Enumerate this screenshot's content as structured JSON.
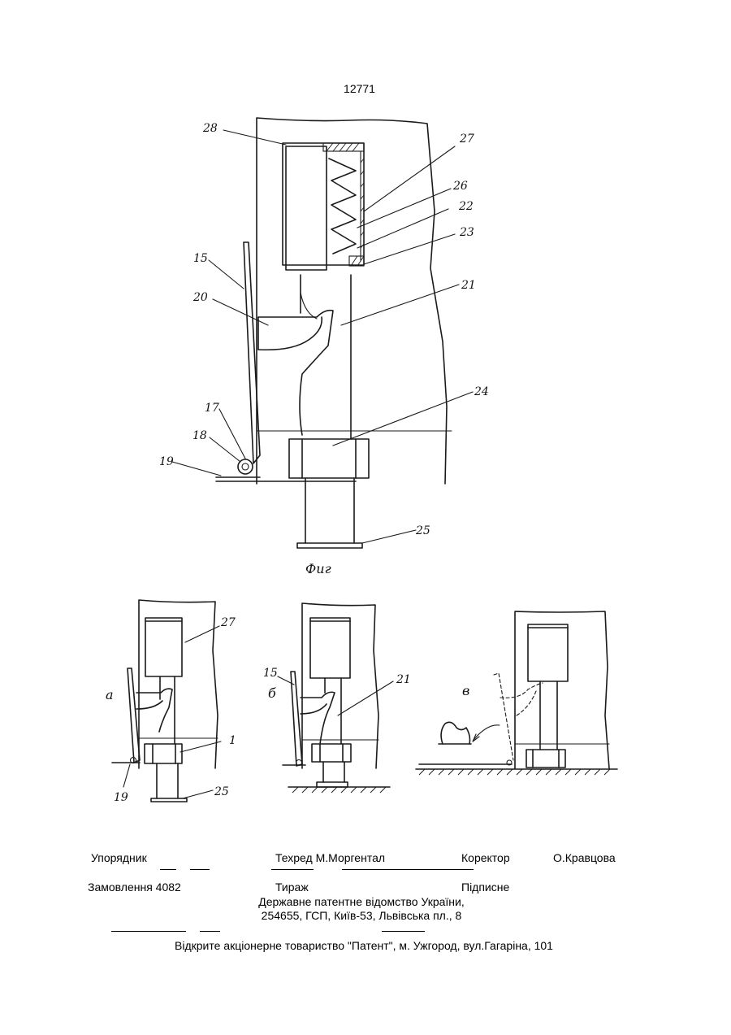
{
  "page_number": "12771",
  "figure": {
    "caption": "Фиг",
    "labels_main": [
      "28",
      "27",
      "26",
      "22",
      "23",
      "15",
      "20",
      "21",
      "24",
      "17",
      "18",
      "19",
      "25"
    ],
    "labels_sub_a": [
      "a",
      "27",
      "1",
      "19",
      "25"
    ],
    "labels_sub_b": [
      "б",
      "15",
      "21"
    ],
    "labels_sub_c": [
      "в"
    ]
  },
  "footer": {
    "compiler_label": "Упорядник",
    "techred": "Техред М.Моргентал",
    "corrector_label": "Коректор",
    "corrector_name": "О.Кравцова",
    "order": "Замовлення 4082",
    "circulation": "Тираж",
    "signed": "Підписне",
    "office": "Державне патентне відомство України,",
    "address": "254655, ГСП, Київ-53, Львівська пл., 8",
    "printer": "Відкрите акціонерне товариство   \"Патент\", м. Ужгород, вул.Гагаріна, 101"
  }
}
